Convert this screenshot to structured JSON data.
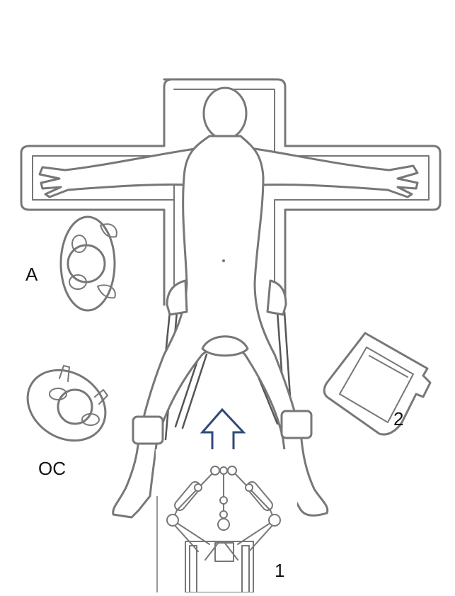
{
  "diagram": {
    "labels": {
      "anesthesiologist": "A",
      "operating_nurse": "OC",
      "robot": "1",
      "monitor": "2"
    },
    "colors": {
      "outline": "#777777",
      "arrow": "#2e4a7a",
      "background": "#ffffff"
    }
  }
}
